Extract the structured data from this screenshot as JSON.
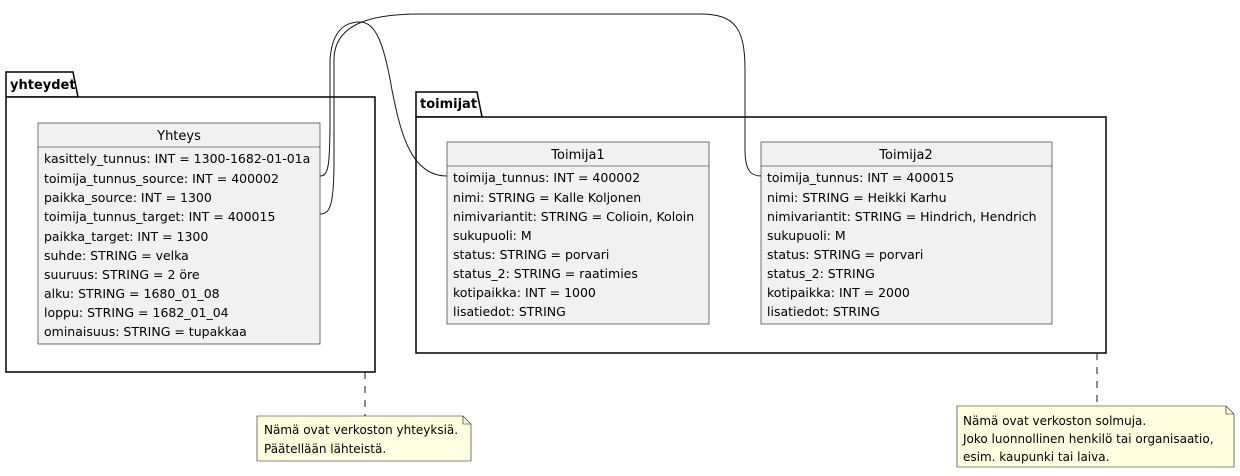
{
  "packages": {
    "yhteydet": {
      "label": "yhteydet"
    },
    "toimijat": {
      "label": "toimijat"
    }
  },
  "classes": {
    "yhteys": {
      "title": "Yhteys",
      "fields": [
        "kasittely_tunnus: INT = 1300-1682-01-01a",
        "toimija_tunnus_source: INT = 400002",
        "paikka_source: INT = 1300",
        "toimija_tunnus_target: INT = 400015",
        "paikka_target: INT = 1300",
        "suhde: STRING = velka",
        "suuruus: STRING = 2 öre",
        "alku: STRING = 1680_01_08",
        "loppu: STRING = 1682_01_04",
        "ominaisuus: STRING = tupakkaa"
      ]
    },
    "toimija1": {
      "title": "Toimija1",
      "fields": [
        "toimija_tunnus: INT = 400002",
        "nimi: STRING = Kalle Koljonen",
        "nimivariantit: STRING = Colioin, Koloin",
        "sukupuoli: M",
        "status: STRING = porvari",
        "status_2: STRING = raatimies",
        "kotipaikka: INT = 1000",
        "lisatiedot: STRING"
      ]
    },
    "toimija2": {
      "title": "Toimija2",
      "fields": [
        "toimija_tunnus: INT = 400015",
        "nimi: STRING = Heikki Karhu",
        "nimivariantit: STRING = Hindrich, Hendrich",
        "sukupuoli: M",
        "status: STRING = porvari",
        "status_2: STRING",
        "kotipaikka: INT = 2000",
        "lisatiedot: STRING"
      ]
    }
  },
  "notes": {
    "yhteydet": [
      "Nämä ovat verkoston yhteyksiä.",
      "Päätellään lähteistä."
    ],
    "toimijat": [
      "Nämä ovat verkoston solmuja.",
      "Joko luonnollinen henkilö tai organisaatio,",
      "esim. kaupunki tai laiva."
    ]
  },
  "colors": {
    "class_fill": "#f1f1f1",
    "class_border": "#181818",
    "note_fill": "#fbfb77",
    "note_fill_light": "#ffffe0",
    "line": "#181818"
  }
}
